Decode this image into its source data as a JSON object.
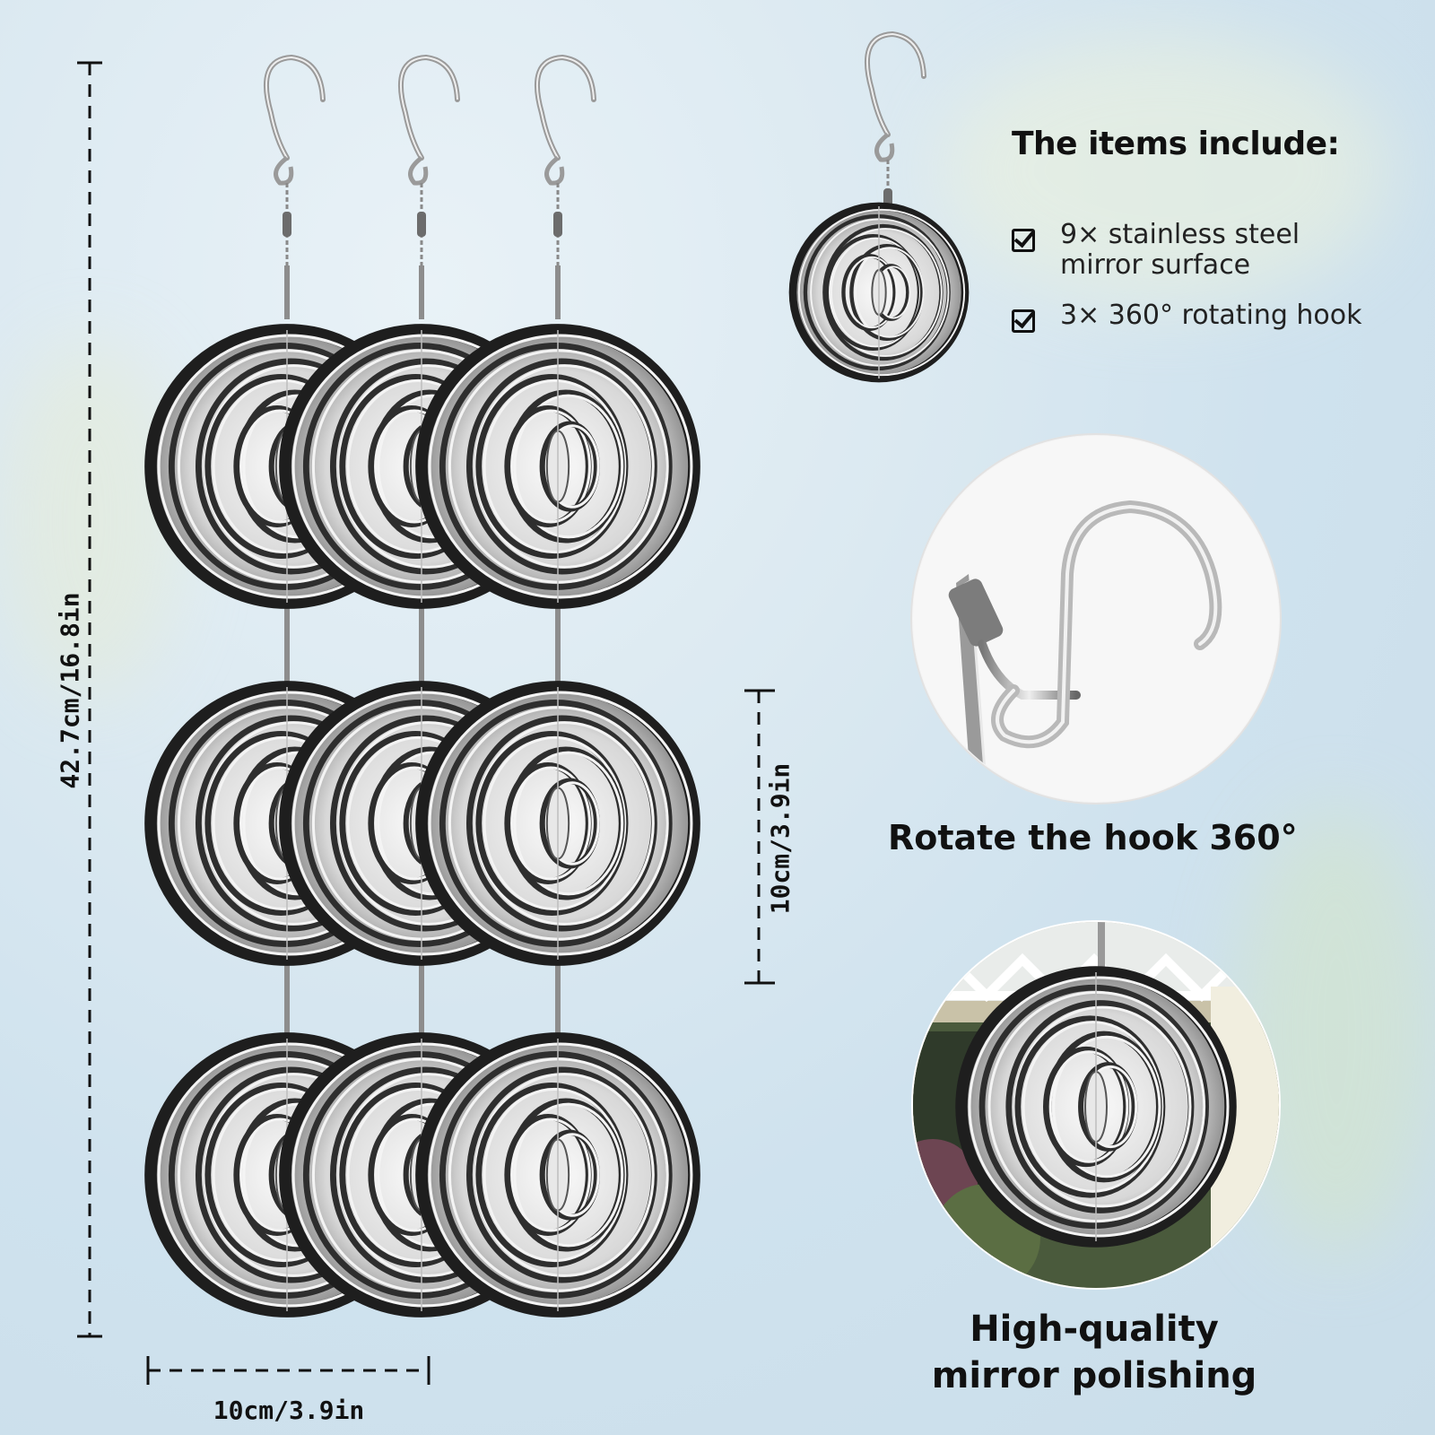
{
  "items_heading": "The items include:",
  "items": [
    {
      "text": "9× stainless steel mirror surface",
      "icon": "checkbox-icon"
    },
    {
      "text": "3× 360° rotating hook",
      "icon": "checkbox-icon"
    }
  ],
  "captions": {
    "rotate": "Rotate the hook 360°",
    "mirror": "High-quality mirror polishing"
  },
  "dimensions": {
    "total_length": "42.7cm/16.8in",
    "spinner_height": "10cm/3.9in",
    "spinner_width": "10cm/3.9in"
  },
  "product": {
    "strands": 3,
    "spinners_per_strand": 3,
    "accent": "#2a2a2a",
    "steel": "#c8c8c8"
  }
}
